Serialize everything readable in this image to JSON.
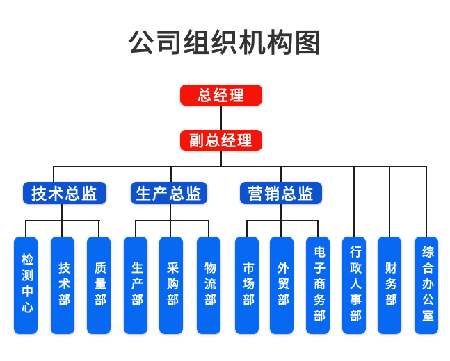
{
  "title": "公司组织机构图",
  "colors": {
    "executive_red": "#f41408",
    "director_blue": "#0d53d0",
    "department_blue": "#0769f2",
    "connector_line": "#1d1d1d",
    "node_text": "#ffffff",
    "title_text": "#333333"
  },
  "nodes": {
    "general_manager": "总经理",
    "deputy_general_manager": "副总经理",
    "directors": [
      "技术总监",
      "生产总监",
      "营销总监"
    ],
    "departments": [
      "检测中心",
      "技术部",
      "质量部",
      "生产部",
      "采购部",
      "物流部",
      "市场部",
      "外贸部",
      "电子商务部",
      "行政人事部",
      "财务部",
      "综合办公室"
    ]
  },
  "structure": {
    "总经理": [
      "副总经理"
    ],
    "副总经理": [
      "技术总监",
      "生产总监",
      "营销总监",
      "行政人事部",
      "财务部",
      "综合办公室"
    ],
    "技术总监": [
      "检测中心",
      "技术部",
      "质量部"
    ],
    "生产总监": [
      "生产部",
      "采购部",
      "物流部"
    ],
    "营销总监": [
      "市场部",
      "外贸部",
      "电子商务部"
    ]
  }
}
